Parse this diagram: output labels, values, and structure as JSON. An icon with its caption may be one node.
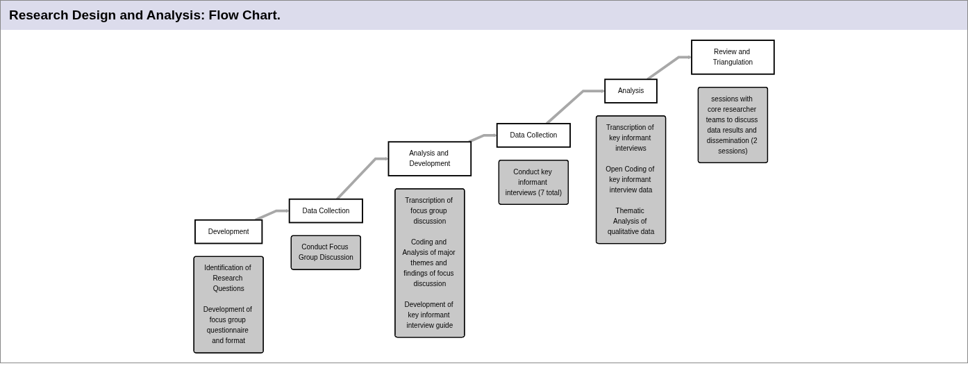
{
  "diagram": {
    "title": "Research Design and Analysis: Flow Chart.",
    "nodes": [
      {
        "text": [
          "Development"
        ]
      },
      {
        "text": [
          "Identification of Research Questions",
          "Development of focus group questionnaire and format"
        ]
      },
      {
        "text": [
          "Data Collection"
        ]
      },
      {
        "text": [
          "Conduct Focus Group Discussion"
        ]
      },
      {
        "text": [
          "Analysis and Development"
        ]
      },
      {
        "text": [
          "Transcription of focus group discussion",
          "Coding and Analysis of major themes and findings of focus discussion",
          "Development of key informant interview guide"
        ]
      },
      {
        "text": [
          "Data Collection"
        ]
      },
      {
        "text": [
          "Conduct key informant interviews (7 total)"
        ]
      },
      {
        "text": [
          "Analysis"
        ]
      },
      {
        "text": [
          "Transcription of key informant interviews",
          "Open Coding of key informant interview data",
          "Thematic Analysis of qualitative data"
        ]
      },
      {
        "text": [
          "Review and Triangulation"
        ]
      },
      {
        "text": [
          "sessions with core researcher teams to discuss data results and dissemination (2 sessions)"
        ]
      }
    ],
    "edges": [
      {
        "from": 0,
        "to": 2,
        "arrow": "to"
      },
      {
        "from": 2,
        "to": 4,
        "arrow": "to"
      },
      {
        "from": 4,
        "to": 6,
        "arrow": "to"
      },
      {
        "from": 6,
        "to": 8,
        "arrow": "to"
      },
      {
        "from": 8,
        "to": 10,
        "arrow": "to"
      }
    ]
  }
}
